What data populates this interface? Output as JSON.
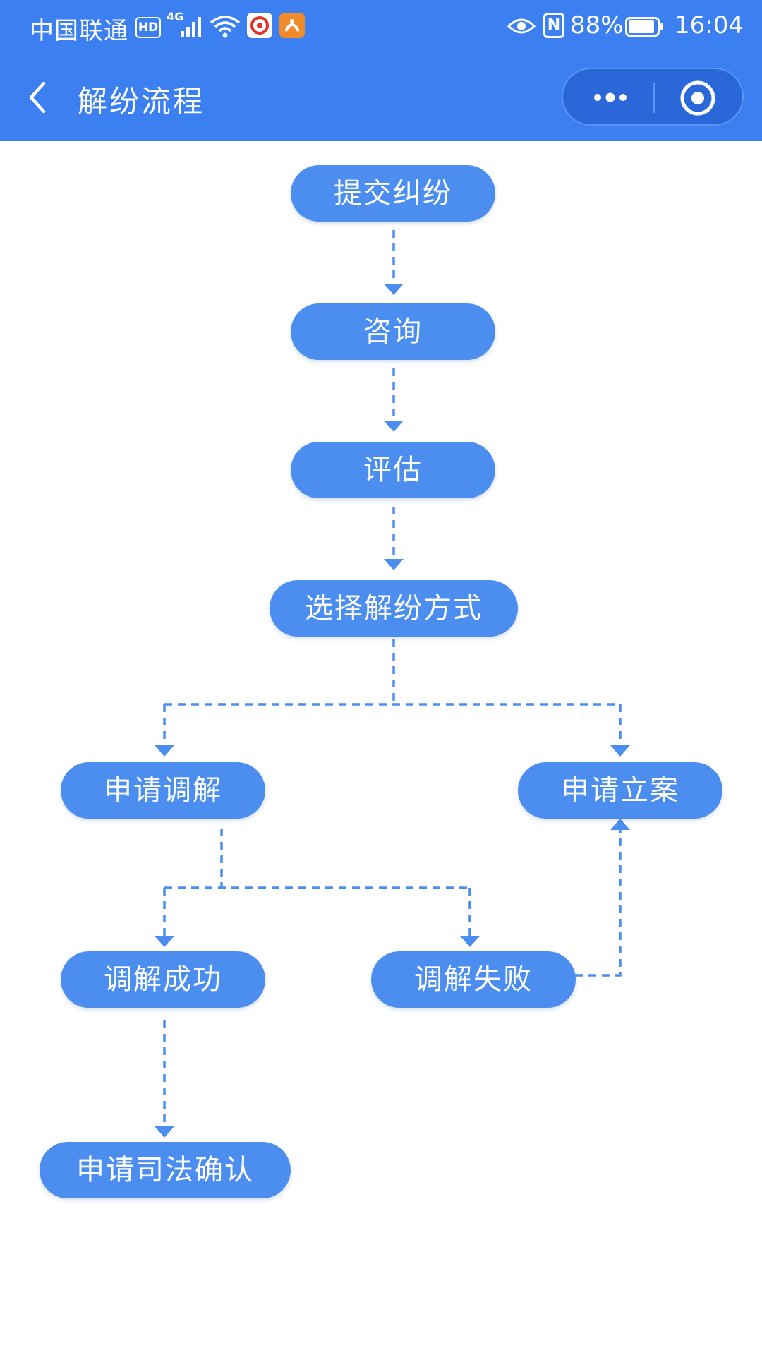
{
  "status_bar": {
    "carrier": "中国联通",
    "hd_badge": "HD",
    "network": "4G",
    "battery_percent": "88%",
    "time": "16:04",
    "nfc_label": "N"
  },
  "nav": {
    "title": "解纷流程"
  },
  "flow": {
    "steps": {
      "submit": "提交纠纷",
      "consult": "咨询",
      "evaluate": "评估",
      "choose_method": "选择解纷方式",
      "apply_mediation": "申请调解",
      "apply_filing": "申请立案",
      "mediation_success": "调解成功",
      "mediation_failure": "调解失败",
      "judicial_confirmation": "申请司法确认"
    },
    "connections": [
      [
        "submit",
        "consult"
      ],
      [
        "consult",
        "evaluate"
      ],
      [
        "evaluate",
        "choose_method"
      ],
      [
        "choose_method",
        "apply_mediation"
      ],
      [
        "choose_method",
        "apply_filing"
      ],
      [
        "apply_mediation",
        "mediation_success"
      ],
      [
        "apply_mediation",
        "mediation_failure"
      ],
      [
        "mediation_failure",
        "apply_filing"
      ],
      [
        "mediation_success",
        "judicial_confirmation"
      ]
    ],
    "colors": {
      "node_fill": "#4b8ef0",
      "connector": "#4b8ef0",
      "header": "#3c7ff0"
    }
  }
}
